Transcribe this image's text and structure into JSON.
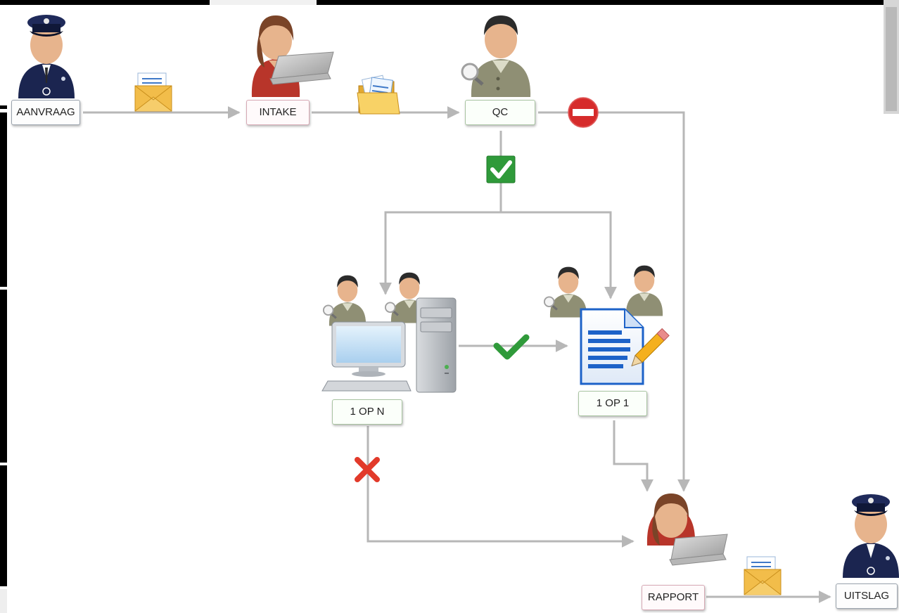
{
  "nodes": {
    "aanvraag": "AANVRAAG",
    "intake": "INTAKE",
    "qc": "QC",
    "one_to_n": "1 OP N",
    "one_to_one": "1 OP 1",
    "rapport": "RAPPORT",
    "uitslag": "UITSLAG"
  },
  "colors": {
    "arrow": "#b7b7b7",
    "police_uniform": "#1b2550",
    "analyst_uniform": "#8f8f74",
    "clerk_shirt": "#b8352a",
    "approve_green": "#2f9a3a",
    "reject_red": "#d32f2f",
    "mail_envelope": "#f2bd4a",
    "document_blue": "#1d62c8"
  },
  "icons": [
    "police-officer-icon",
    "clerk-laptop-icon",
    "analyst-magnifier-icon",
    "mail-envelope-icon",
    "folder-documents-icon",
    "no-entry-icon",
    "green-check-box-icon",
    "computer-workstation-icon",
    "document-edit-icon",
    "green-check-icon",
    "red-cross-icon"
  ]
}
